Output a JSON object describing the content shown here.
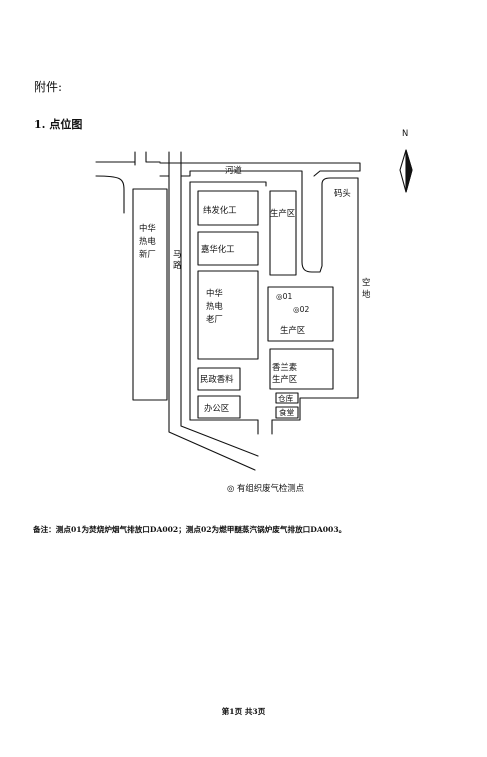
{
  "header": {
    "attachment": "附件:"
  },
  "section": {
    "title": "1. 点位图"
  },
  "map": {
    "north": "N",
    "river_road": "河道",
    "dock": "码头",
    "road": [
      "马",
      "路"
    ],
    "vacant": [
      "空",
      "地"
    ],
    "zhonghua_new": [
      "中华",
      "热电",
      "新厂"
    ],
    "weifa": "纬发化工",
    "jiahua": "嘉华化工",
    "zhonghua_old": [
      "中华",
      "热电",
      "老厂"
    ],
    "minzheng": "民政香料",
    "office": "办公区",
    "production_top": "生产区",
    "point01": "◎01",
    "point02": "◎02",
    "production_mid": "生产区",
    "xianglansu": [
      "香兰素",
      "生产区"
    ],
    "warehouse": "仓库",
    "canteen": "食堂",
    "legend": "◎  有组织废气检测点"
  },
  "note": "备注：测点01为焚烧炉烟气排放口DA002；测点02为燃甲醚蒸汽锅炉废气排放口DA003。",
  "footer": "第1页  共3页"
}
